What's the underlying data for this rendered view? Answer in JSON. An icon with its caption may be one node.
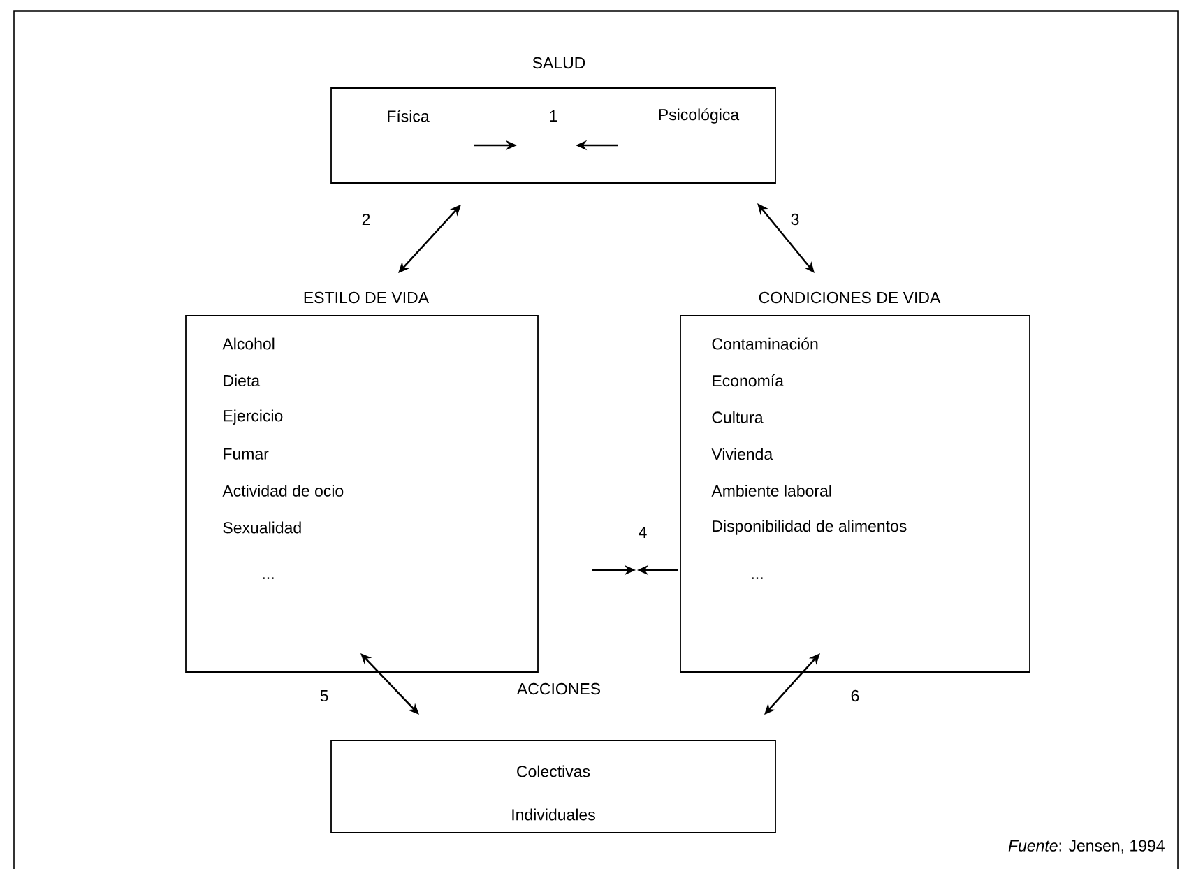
{
  "diagram": {
    "nodes": [
      {
        "text": [
          "SALUD",
          "Física",
          "1",
          "Psicológica"
        ]
      },
      {
        "text": [
          "ESTILO DE VIDA",
          "Alcohol",
          "Dieta",
          "Ejercicio",
          "Fumar",
          "Actividad de ocio",
          "Sexualidad",
          "..."
        ]
      },
      {
        "text": [
          "CONDICIONES DE VIDA",
          "Contaminación",
          "Economía",
          "Cultura",
          "Vivienda",
          "Ambiente laboral",
          "Disponibilidad de alimentos",
          "..."
        ]
      },
      {
        "text": [
          "ACCIONES",
          "Colectivas",
          "Individuales"
        ]
      }
    ],
    "edges": [
      {
        "from": 0,
        "to": 1,
        "arrow": "both",
        "label": "2"
      },
      {
        "from": 0,
        "to": 2,
        "arrow": "both",
        "label": "3"
      },
      {
        "from": 1,
        "to": 3,
        "arrow": "both",
        "label": "5"
      },
      {
        "from": 2,
        "to": 3,
        "arrow": "both",
        "label": "6"
      }
    ],
    "labels": [
      "4",
      "*Fuente*: Jensen, 1994"
    ]
  }
}
